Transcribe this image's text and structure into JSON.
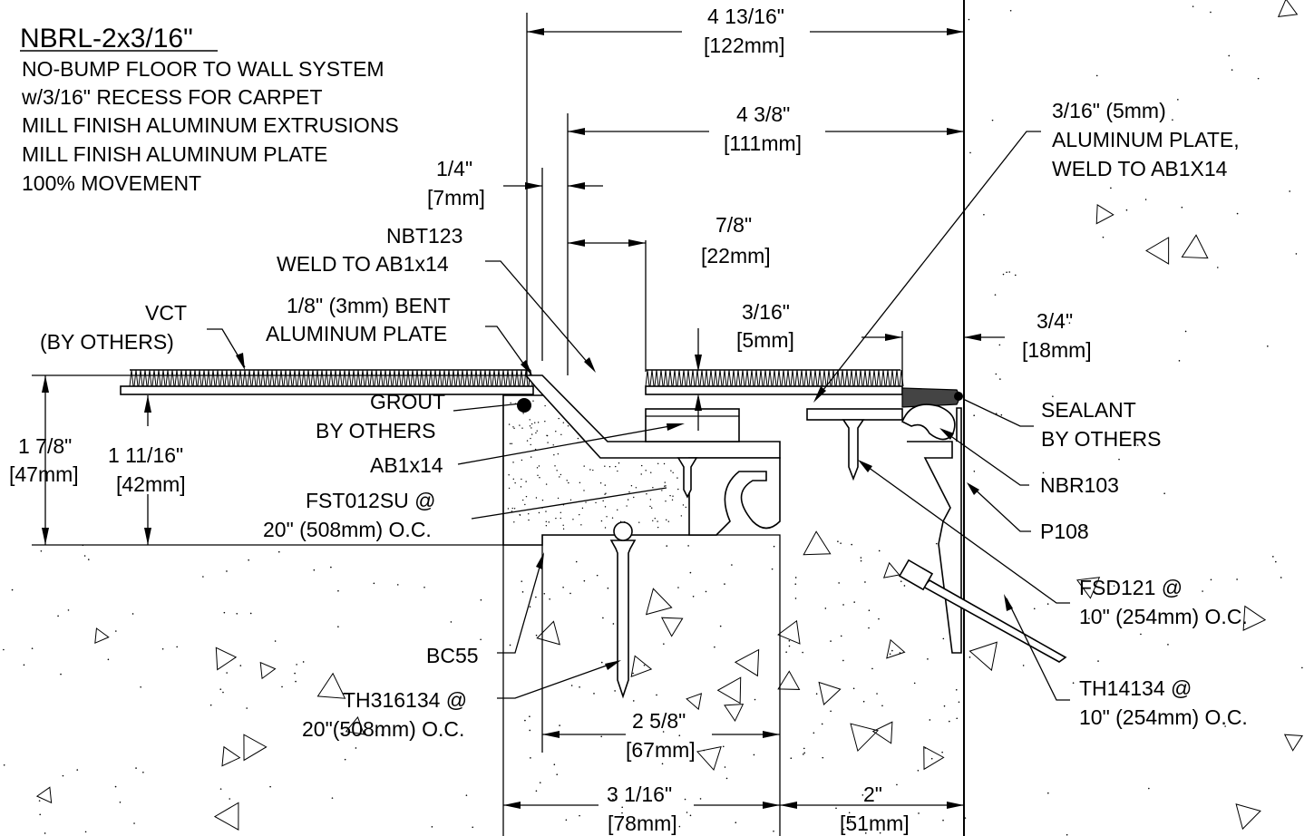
{
  "title": "NBRL-2x3/16\"",
  "notes": [
    "NO-BUMP FLOOR TO WALL SYSTEM",
    "w/3/16\" RECESS FOR CARPET",
    "MILL FINISH ALUMINUM EXTRUSIONS",
    "MILL FINISH ALUMINUM PLATE",
    "100% MOVEMENT"
  ],
  "dimensions": {
    "d1": [
      "4 13/16\"",
      "[122mm]"
    ],
    "d2": [
      "4 3/8\"",
      "[111mm]"
    ],
    "d3": [
      "1/4\"",
      "[7mm]"
    ],
    "d4": [
      "7/8\"",
      "[22mm]"
    ],
    "d5": [
      "3/16\"",
      "[5mm]"
    ],
    "d6": [
      "3/4\"",
      "[18mm]"
    ],
    "d7": [
      "1 7/8\"",
      "[47mm]"
    ],
    "d8": [
      "1 11/16\"",
      "[42mm]"
    ],
    "d9": [
      "2 5/8\"",
      "[67mm]"
    ],
    "d10": [
      "3 1/16\"",
      "[78mm]"
    ],
    "d11": [
      "2\"",
      "[51mm]"
    ]
  },
  "callouts": {
    "vct": [
      "VCT",
      "(BY OTHERS)"
    ],
    "nbt123": [
      "NBT123",
      "WELD TO AB1x14"
    ],
    "bent_plate": [
      "1/8\" (3mm) BENT",
      "ALUMINUM PLATE"
    ],
    "grout": [
      "GROUT",
      "BY OTHERS"
    ],
    "ab1x14": [
      "AB1x14"
    ],
    "fst": [
      "FST012SU @",
      "20\" (508mm) O.C."
    ],
    "bc55": [
      "BC55"
    ],
    "th316": [
      "TH316134 @",
      "20\"(508mm) O.C."
    ],
    "plate": [
      "3/16\" (5mm)",
      "ALUMINUM PLATE,",
      "WELD TO AB1X14"
    ],
    "sealant": [
      "SEALANT",
      "BY OTHERS"
    ],
    "nbr103": [
      "NBR103"
    ],
    "p108": [
      "P108"
    ],
    "fsd121": [
      "FSD121 @",
      "10\" (254mm) O.C."
    ],
    "th14134": [
      "TH14134 @",
      "10\" (254mm) O.C."
    ]
  }
}
